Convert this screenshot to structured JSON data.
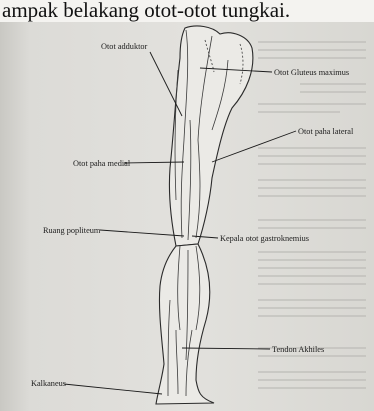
{
  "caption": "ampak belakang otot-otot tungkai.",
  "labels": {
    "adductor": "Otot adduktor",
    "gluteus": "Otot Gluteus maximus",
    "lateral": "Otot paha lateral",
    "medial": "Otot paha medial",
    "popliteal": "Ruang popliteum",
    "gastrocnemius": "Kepala otot gastroknemius",
    "achilles": "Tendon Akhiles",
    "calcaneus": "Kalkaneus"
  }
}
